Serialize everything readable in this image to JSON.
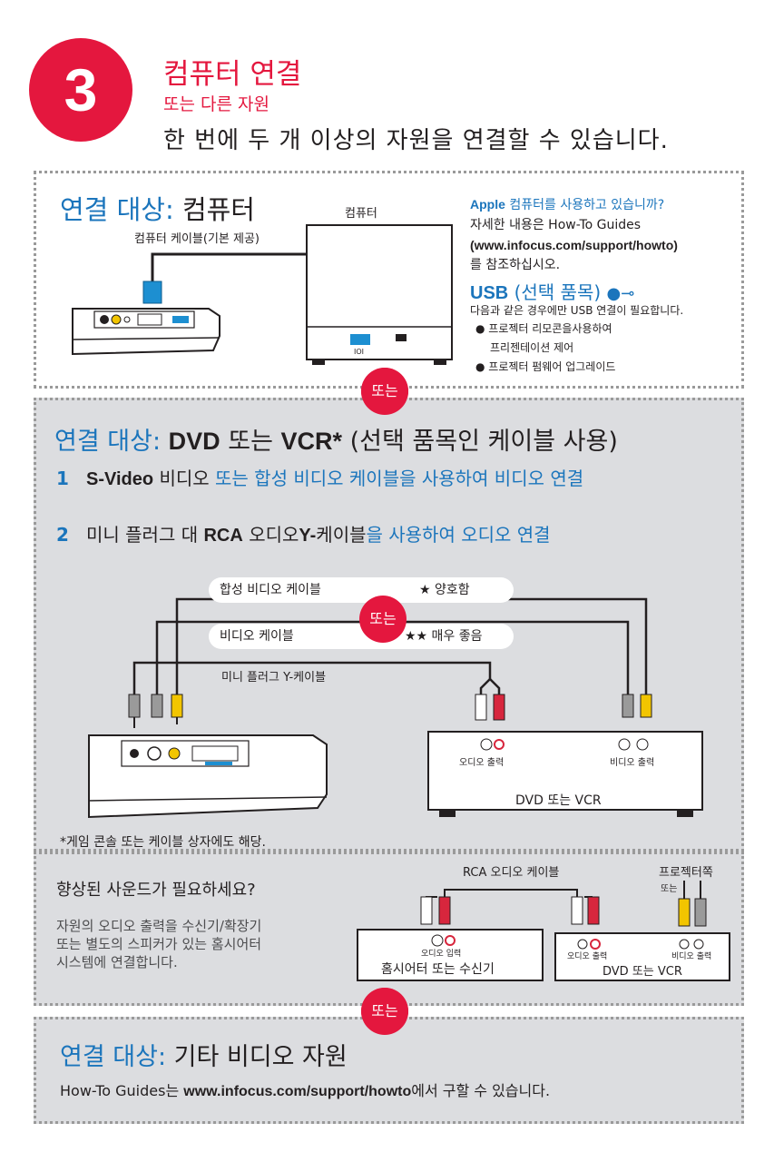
{
  "header": {
    "step_number": "3",
    "title": "컴퓨터 연결",
    "subtitle": "또는 다른 자원",
    "description": "한 번에 두 개 이상의 자원을 연결할 수 있습니다."
  },
  "computer_section": {
    "heading_prefix": "연결 대상:",
    "heading_target": "컴퓨터",
    "computer_label": "컴퓨터",
    "cable_label": "컴퓨터 케이블(기본 제공)",
    "apple_bold": "Apple",
    "apple_question": "컴퓨터를 사용하고 있습니까?",
    "apple_line2": "자세한 내용은 How-To Guides",
    "apple_url": "(www.infocus.com/support/howto)",
    "apple_line4": "를 참조하십시오.",
    "usb_title_bold": "USB",
    "usb_title_rest": "(선택 품목)",
    "usb_desc": "다음과 같은 경우에만 USB 연결이 필요합니다.",
    "usb_bullets": [
      "프로젝터 리모콘을사용하여",
      "프리젠테이션 제어",
      "프로젝터 펌웨어 업그레이드"
    ]
  },
  "or_label": "또는",
  "dvd_section": {
    "heading_prefix": "연결 대상:",
    "heading_bold": "DVD",
    "heading_mid": "또는",
    "heading_bold2": "VCR*",
    "heading_rest": "(선택 품목인 케이블 사용)",
    "step1_num": "1",
    "step1_bold": "S-Video",
    "step1_black": "비디오",
    "step1_blue": "또는 합성 비디오 케이블을 사용하여 비디오 연결",
    "step2_num": "2",
    "step2_black1": "미니 플러그 대",
    "step2_bold1": "RCA",
    "step2_black2": "오디오",
    "step2_bold2": "Y-",
    "step2_black3": "케이블",
    "step2_blue": "을 사용하여 오디오 연결",
    "cable1_label": "합성 비디오 케이블",
    "cable1_rating": "★  양호함",
    "cable2_label": "비디오 케이블",
    "cable2_rating": "★★ 매우 좋음",
    "cable3_label": "미니 플러그 Y-케이블",
    "dvd_audio_out": "오디오 출력",
    "dvd_video_out": "비디오 출력",
    "dvd_device_label": "DVD 또는 VCR",
    "footnote": "*게임 콘솔 또는 케이블 상자에도 해당."
  },
  "sound_section": {
    "heading": "향상된 사운드가 필요하세요?",
    "body_lines": [
      "자원의 오디오 출력을 수신기/확장기",
      "또는 별도의 스피커가 있는 홈시어터",
      "시스템에 연결합니다."
    ],
    "rca_cable_label": "RCA 오디오 케이블",
    "projector_side": "프로젝터쪽",
    "or_small": "또는",
    "receiver_input": "오디오 입력",
    "receiver_label": "홈시어터 또는 수신기",
    "dvd_audio_out": "오디오 출력",
    "dvd_video_out": "비디오 출력",
    "dvd_label": "DVD 또는 VCR"
  },
  "other_section": {
    "heading_prefix": "연결 대상:",
    "heading_target": "기타 비디오 자원",
    "line_pre": "How-To Guides는",
    "line_url": "www.infocus.com/support/howto",
    "line_post": "에서 구할 수 있습니다."
  },
  "colors": {
    "accent_red": "#e4173e",
    "accent_blue": "#1b75bc",
    "panel_gray": "#dcdde0",
    "cable_yellow": "#f2c500",
    "connector_blue": "#1d8fd1"
  }
}
